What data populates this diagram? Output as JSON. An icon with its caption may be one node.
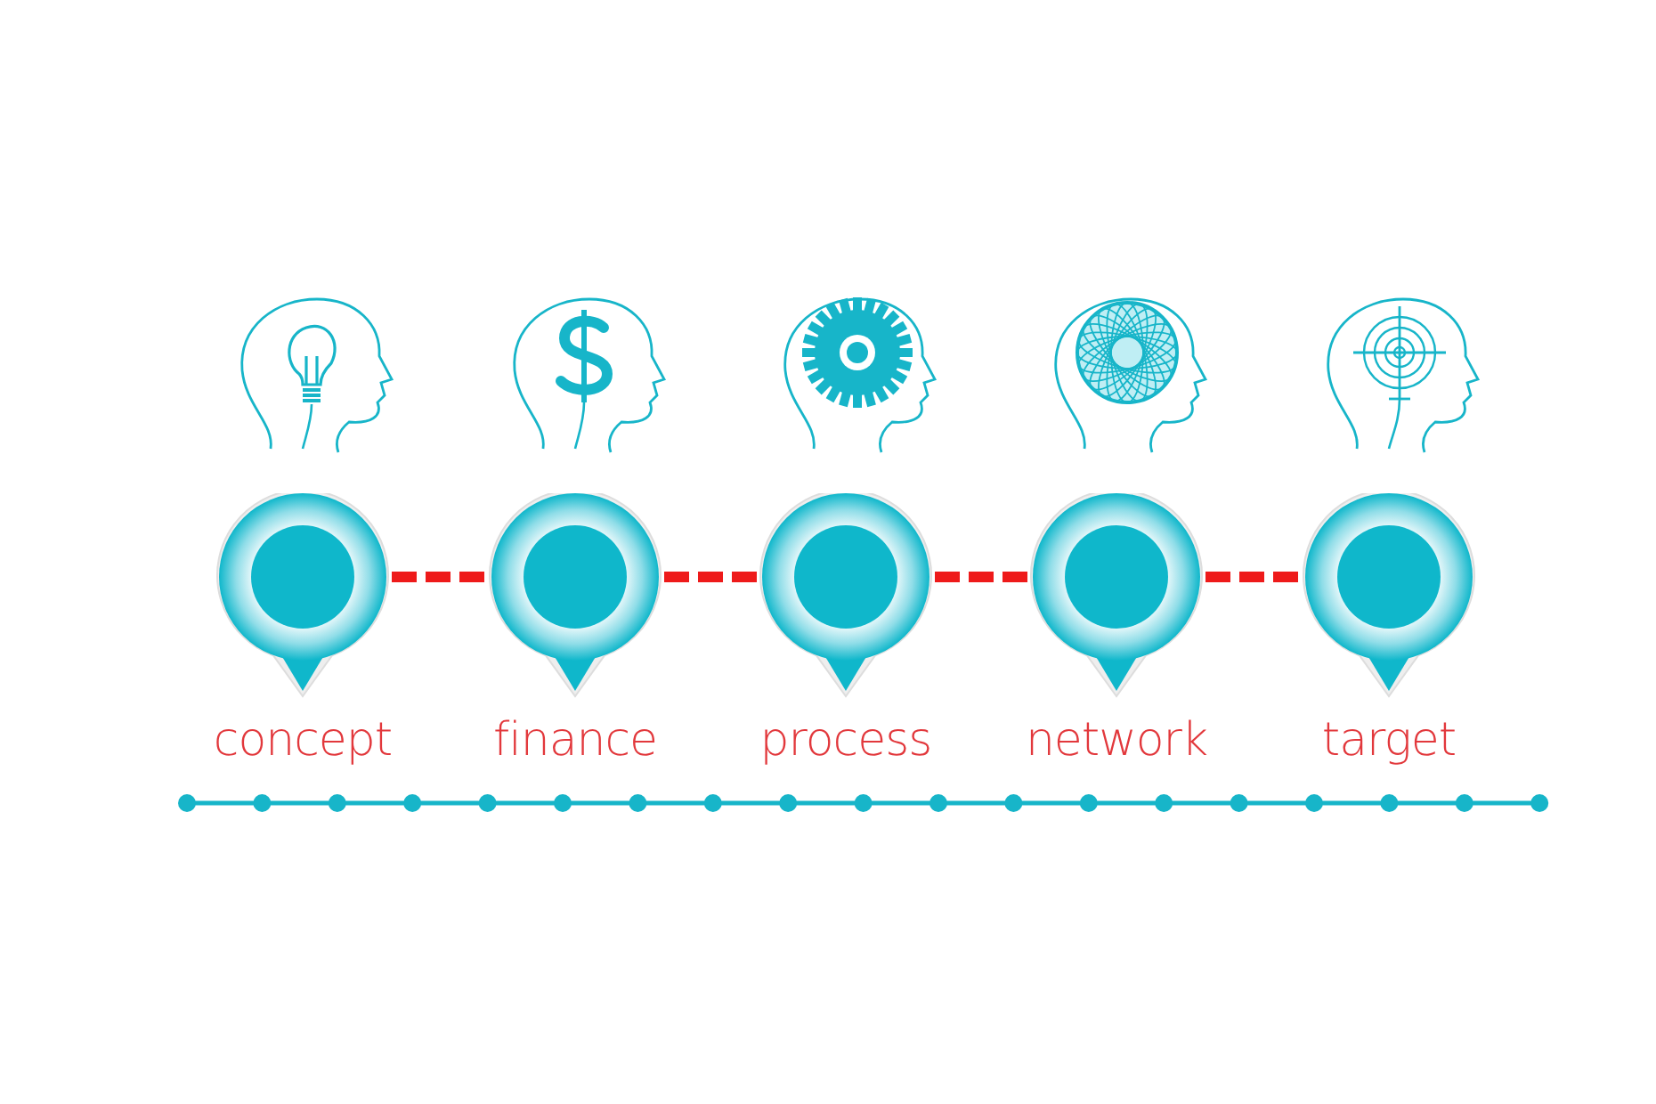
{
  "diagram": {
    "nodes": [
      {
        "text": [
          "concept"
        ]
      },
      {
        "text": [
          "finance"
        ]
      },
      {
        "text": [
          "process"
        ]
      },
      {
        "text": [
          "network"
        ]
      },
      {
        "text": [
          "target"
        ]
      }
    ],
    "edges": [
      {
        "from": 0,
        "to": 1,
        "arrow": "none",
        "style": "dashed"
      },
      {
        "from": 1,
        "to": 2,
        "arrow": "none",
        "style": "dashed"
      },
      {
        "from": 2,
        "to": 3,
        "arrow": "none",
        "style": "dashed"
      },
      {
        "from": 3,
        "to": 4,
        "arrow": "none",
        "style": "dashed"
      }
    ]
  }
}
